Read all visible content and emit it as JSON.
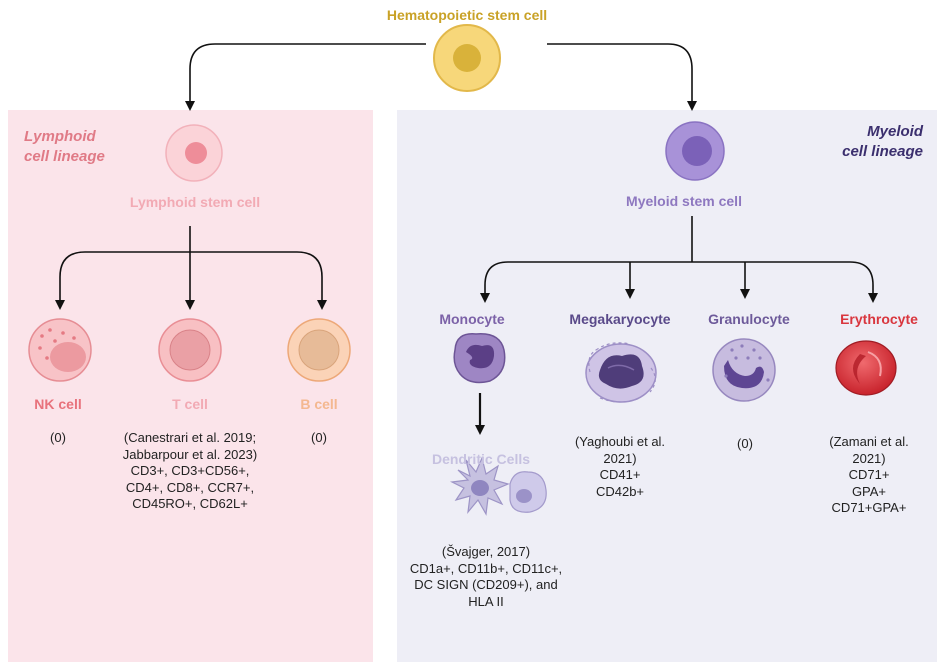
{
  "colors": {
    "lymphoid_panel": "#fbe4ea",
    "myeloid_panel": "#eeeef6",
    "hsc": "#c9a227",
    "lymphoid_title": "#e07a86",
    "lymphoid_label": "#f2aab4",
    "nk": "#e8727c",
    "b_cell": "#f4b890",
    "myeloid_title": "#3b2f6e",
    "myeloid_label": "#8e78c0",
    "monocyte": "#7c62a8",
    "megakaryocyte": "#5a4a8a",
    "granulocyte": "#6d5a9a",
    "erythrocyte": "#d9363e",
    "dendritic": "#c6c1e0"
  },
  "hsc": {
    "label": "Hematopoietic stem cell"
  },
  "lymphoid": {
    "title_line1": "Lymphoid",
    "title_line2": "cell lineage",
    "stem_label": "Lymphoid stem cell",
    "nk_label": "NK cell",
    "nk_note": "(0)",
    "t_label": "T cell",
    "t_note_lines": [
      "(Canestrari et al. 2019;",
      "Jabbarpour et al. 2023)",
      "CD3+, CD3+CD56+,",
      "CD4+, CD8+, CCR7+,",
      "CD45RO+, CD62L+"
    ],
    "b_label": "B cell",
    "b_note": "(0)"
  },
  "myeloid": {
    "title_line1": "Myeloid",
    "title_line2": "cell lineage",
    "stem_label": "Myeloid stem cell",
    "monocyte_label": "Monocyte",
    "dendritic_label": "Dendritic Cells",
    "dendritic_note_lines": [
      "(Švajger, 2017)",
      "CD1a+, CD11b+, CD11c+,",
      "DC SIGN (CD209+), and",
      "HLA  II"
    ],
    "mega_label": "Megakaryocyte",
    "mega_note_lines": [
      "(Yaghoubi et al.",
      "2021)",
      "CD41+",
      "CD42b+"
    ],
    "gran_label": "Granulocyte",
    "gran_note": "(0)",
    "ery_label": "Erythrocyte",
    "ery_note_lines": [
      "(Zamani et al.",
      "2021)",
      "CD71+",
      "GPA+",
      "CD71+GPA+"
    ]
  }
}
